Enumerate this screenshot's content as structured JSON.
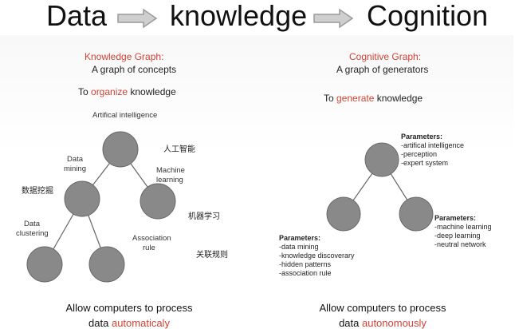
{
  "header": {
    "word1": "Data",
    "word2": "knowledge",
    "word3": "Cognition"
  },
  "left": {
    "title": "Knowledge Graph:",
    "subtitle": "A graph of concepts",
    "purpose_pre": "To ",
    "purpose_key": "organize",
    "purpose_post": " knowledge",
    "labels": {
      "root": "Artifical intelligence",
      "root_cn": "人工智能",
      "data_mining_1": "Data",
      "data_mining_2": "mining",
      "data_mining_cn": "数据挖掘",
      "machine_1": "Machine",
      "machine_2": "learning",
      "machine_cn": "机器学习",
      "clustering_1": "Data",
      "clustering_2": "clustering",
      "association_1": "Association",
      "association_2": "rule",
      "association_cn": "关联规则"
    },
    "bottom_line1": "Allow computers to process",
    "bottom_pre": "data ",
    "bottom_key": "automaticaly"
  },
  "right": {
    "title": "Cognitive Graph:",
    "subtitle": "A graph of generators",
    "purpose_pre": "To ",
    "purpose_key": "generate",
    "purpose_post": " knowledge",
    "params_root": {
      "heading": "Parameters:",
      "items": [
        "-artifical intelligence",
        "-perception",
        "-expert system"
      ]
    },
    "params_left": {
      "heading": "Parameters:",
      "items": [
        "-data mining",
        "-knowledge discoverary",
        "-hidden patterns",
        "-association rule"
      ]
    },
    "params_right": {
      "heading": "Parameters:",
      "items": [
        "-machine learning",
        "-deep learning",
        "-neutral network"
      ]
    },
    "bottom_line1": "Allow computers to process",
    "bottom_pre": "data ",
    "bottom_key": "autonomously"
  },
  "colors": {
    "accent": "#d24235",
    "node": "#898989",
    "arrow": "#c8c8c8"
  }
}
